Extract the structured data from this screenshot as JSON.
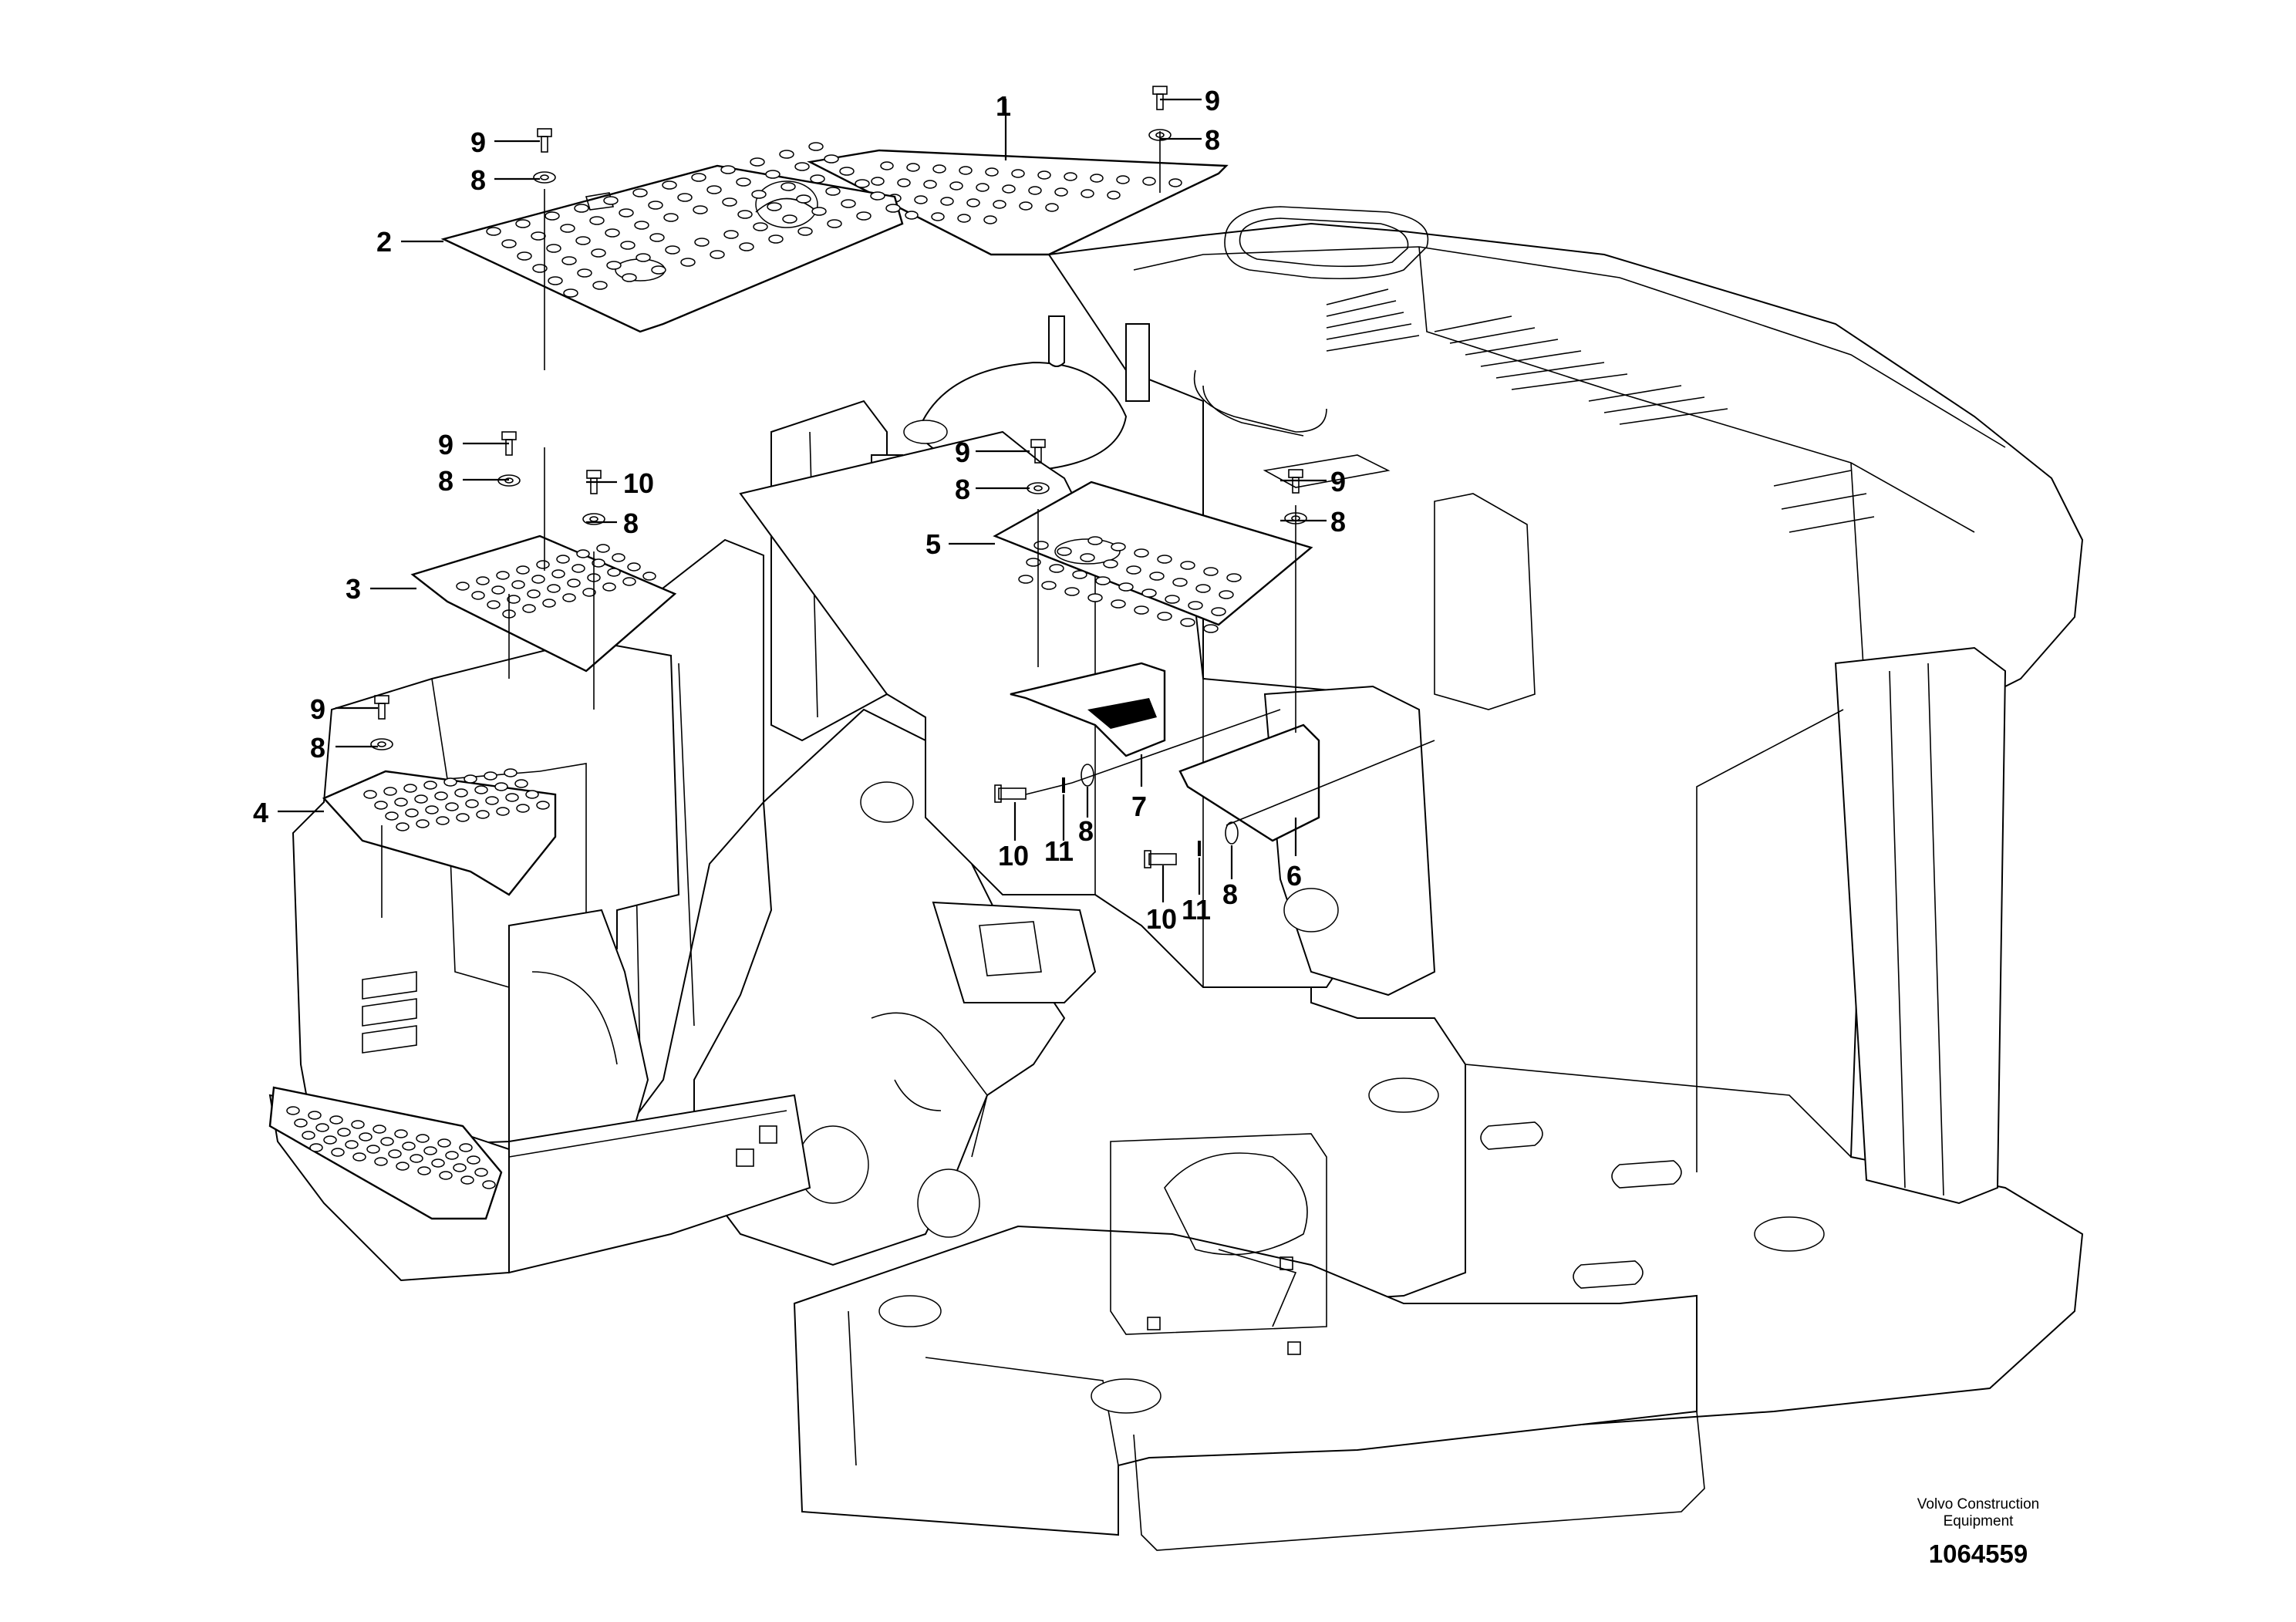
{
  "callouts": {
    "c1": "1",
    "c2": "2",
    "c3": "3",
    "c4": "4",
    "c5": "5",
    "c6": "6",
    "c7": "7",
    "c8_a": "8",
    "c8_b": "8",
    "c8_c": "8",
    "c8_d": "8",
    "c8_e": "8",
    "c8_f": "8",
    "c8_g": "8",
    "c8_h": "8",
    "c8_i": "8",
    "c9_a": "9",
    "c9_b": "9",
    "c9_c": "9",
    "c9_d": "9",
    "c9_e": "9",
    "c9_f": "9",
    "c10_a": "10",
    "c10_b": "10",
    "c10_c": "10",
    "c11_a": "11",
    "c11_b": "11"
  },
  "caption": {
    "company_line1": "Volvo Construction",
    "company_line2": "Equipment",
    "part_number": "1064559"
  }
}
